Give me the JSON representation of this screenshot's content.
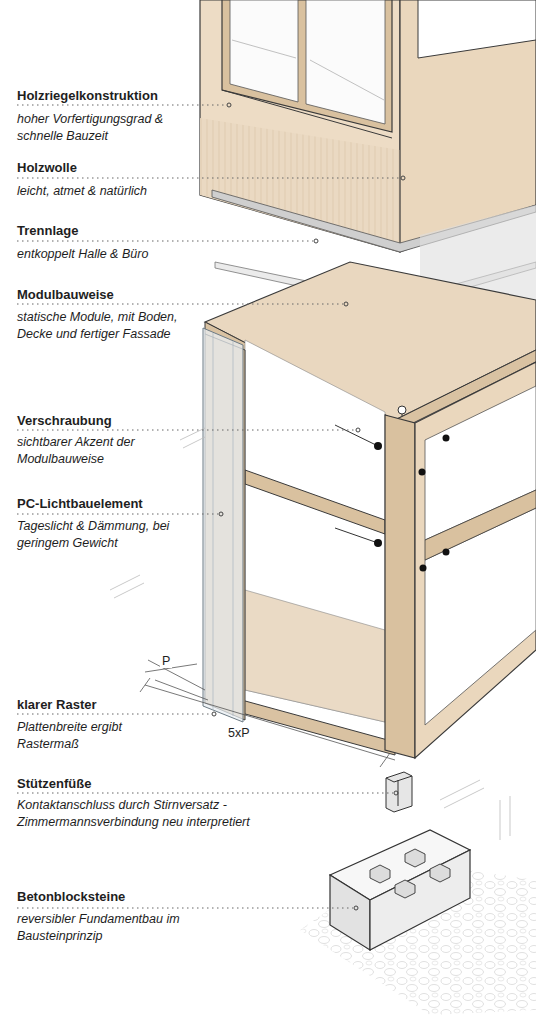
{
  "diagram": {
    "labels": [
      "Holzriegelkonstruktion",
      "hoher Vorfertigungsgrad & schnelle Bauzeit",
      "Holzwolle",
      "leicht, atmet & natürlich",
      "Trennlage",
      "entkoppelt Halle & Büro",
      "Modulbauweise",
      "statische Module, mit Boden, Decke und fertiger Fassade",
      "Verschraubung",
      "sichtbarer Akzent der Modulbauweise",
      "PC-Lichtbauelement",
      "Tageslicht & Dämmung, bei geringem Gewicht",
      "P",
      "5xP",
      "klarer Raster",
      "Plattenbreite ergibt Rastermaß",
      "Stützenfüße",
      "Kontaktanschluss durch Stirnversatz - Zimmermannsverbindung neu interpretiert",
      "Betonblocksteine",
      "reversibler Fundamentbau im Bausteinprinzip"
    ]
  }
}
